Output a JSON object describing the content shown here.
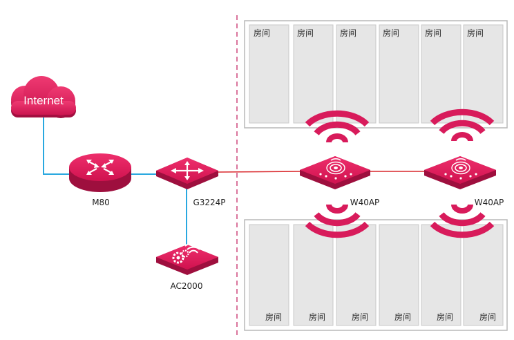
{
  "colors": {
    "accent": "#d81b5b",
    "accent_dark": "#9e0f3e",
    "link_cyan": "#29a8e0",
    "link_red": "#d9262a",
    "divider": "#c2185b",
    "room_fill": "#e6e6e6",
    "room_stroke": "#c8c8c8",
    "block_stroke": "#b8b8b8"
  },
  "internet": {
    "label": "Internet",
    "icon": "cloud-icon"
  },
  "devices": {
    "router": {
      "label": "M80",
      "icon": "router-arrows-icon"
    },
    "switch": {
      "label": "G3224P",
      "icon": "switch-arrows-icon"
    },
    "controller": {
      "label": "AC2000",
      "icon": "gear-wifi-icon"
    },
    "ap1": {
      "label": "W40AP",
      "icon": "ceiling-ap-icon"
    },
    "ap2": {
      "label": "W40AP",
      "icon": "ceiling-ap-icon"
    }
  },
  "rooms": {
    "top": [
      "房间",
      "房间",
      "房间",
      "房间",
      "房间",
      "房间"
    ],
    "bottom": [
      "房间",
      "房间",
      "房间",
      "房间",
      "房间",
      "房间"
    ]
  }
}
